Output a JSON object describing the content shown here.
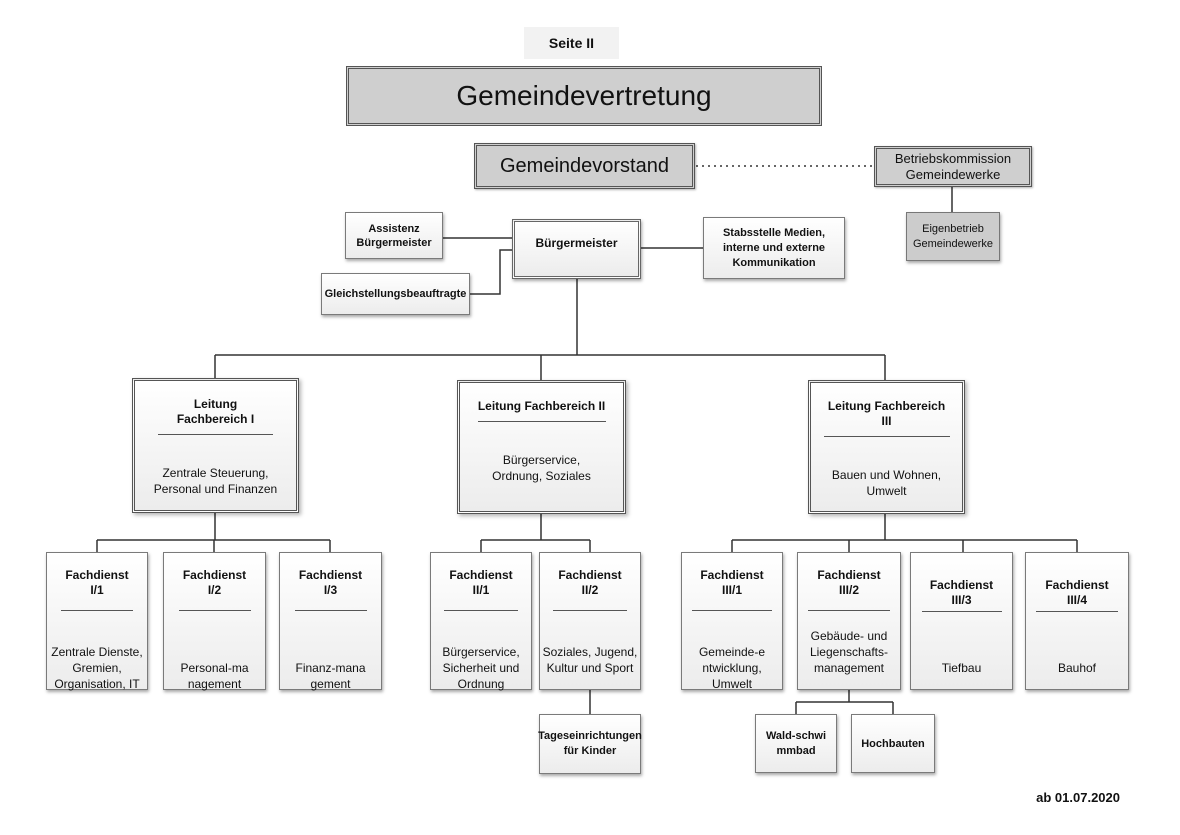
{
  "page_label": "Seite II",
  "top": {
    "title": "Gemeindevertretung"
  },
  "vorstand": "Gemeindevorstand",
  "betriebskommission": "Betriebskommission Gemeindewerke",
  "eigenbetrieb": "Eigenbetrieb Gemeindewerke",
  "assistenz": "Assistenz Bürgermeister",
  "buergermeister": "Bürgermeister",
  "gleichstellung": "Gleichstellungsbeauftragte",
  "stabsstelle": "Stabsstelle Medien, interne und externe Kommunikation",
  "fachbereiche": [
    {
      "title": "Leitung Fachbereich I",
      "body": "Zentrale Steuerung, Personal und Finanzen"
    },
    {
      "title": "Leitung Fachbereich II",
      "body": "Bürgerservice, Ordnung, Soziales"
    },
    {
      "title": "Leitung Fachbereich III",
      "body": "Bauen und Wohnen, Umwelt"
    }
  ],
  "fachdienste": [
    {
      "title": "Fachdienst I/1",
      "body": "Zentrale Dienste, Gremien, Organisation, IT"
    },
    {
      "title": "Fachdienst I/2",
      "body": "Personal-management"
    },
    {
      "title": "Fachdienst I/3",
      "body": "Finanz-management"
    },
    {
      "title": "Fachdienst II/1",
      "body": "Bürgerservice, Sicherheit und Ordnung"
    },
    {
      "title": "Fachdienst II/2",
      "body": "Soziales, Jugend, Kultur und Sport"
    },
    {
      "title": "Fachdienst III/1",
      "body": "Gemeinde-entwicklung, Umwelt"
    },
    {
      "title": "Fachdienst III/2",
      "body": "Gebäude- und Liegenschafts-management"
    },
    {
      "title": "Fachdienst III/3",
      "body": "Tiefbau"
    },
    {
      "title": "Fachdienst III/4",
      "body": "Bauhof"
    }
  ],
  "sub": {
    "tageseinrichtungen": "Tageseinrichtungen für Kinder",
    "waldschwimmbad": "Wald-schwimmbad",
    "hochbauten": "Hochbauten"
  },
  "footer_date": "ab 01.07.2020"
}
